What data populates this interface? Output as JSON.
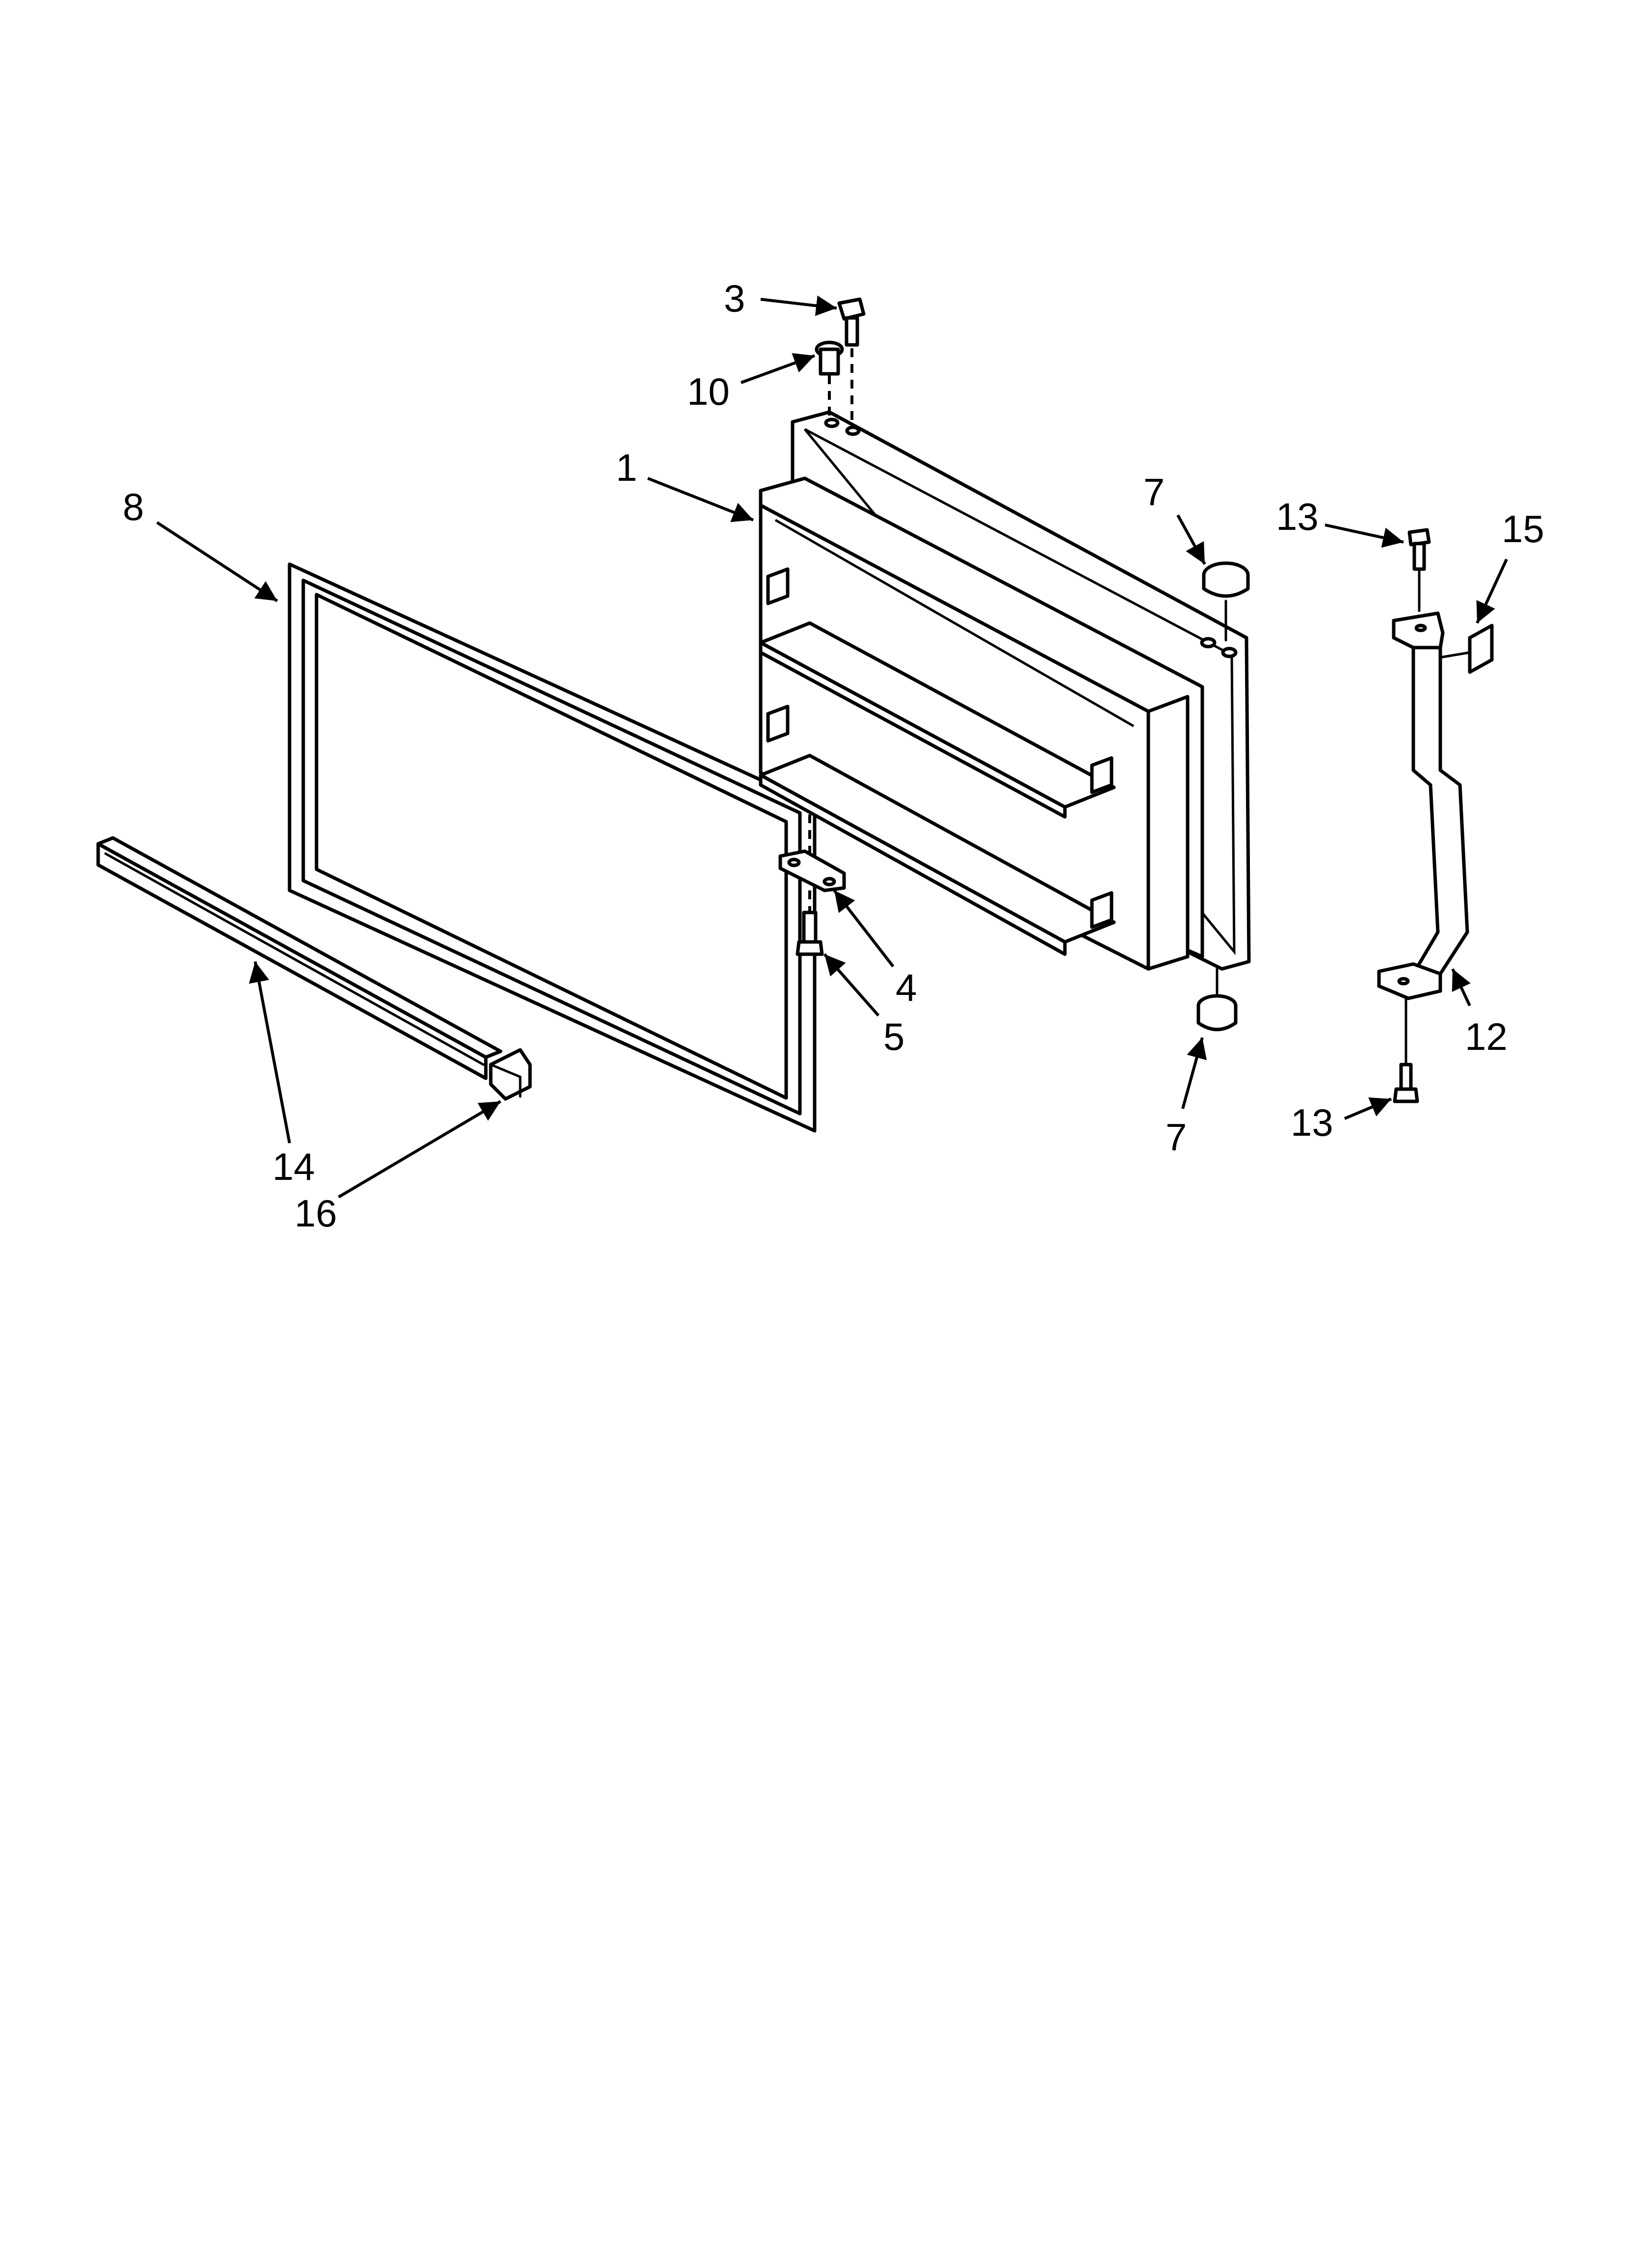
{
  "callouts": [
    {
      "id": "c3",
      "text": "3"
    },
    {
      "id": "c10",
      "text": "10"
    },
    {
      "id": "c1",
      "text": "1"
    },
    {
      "id": "c8",
      "text": "8"
    },
    {
      "id": "c7a",
      "text": "7"
    },
    {
      "id": "c13a",
      "text": "13"
    },
    {
      "id": "c15",
      "text": "15"
    },
    {
      "id": "c4",
      "text": "4"
    },
    {
      "id": "c5",
      "text": "5"
    },
    {
      "id": "c12",
      "text": "12"
    },
    {
      "id": "c7b",
      "text": "7"
    },
    {
      "id": "c13b",
      "text": "13"
    },
    {
      "id": "c14",
      "text": "14"
    },
    {
      "id": "c16",
      "text": "16"
    }
  ]
}
